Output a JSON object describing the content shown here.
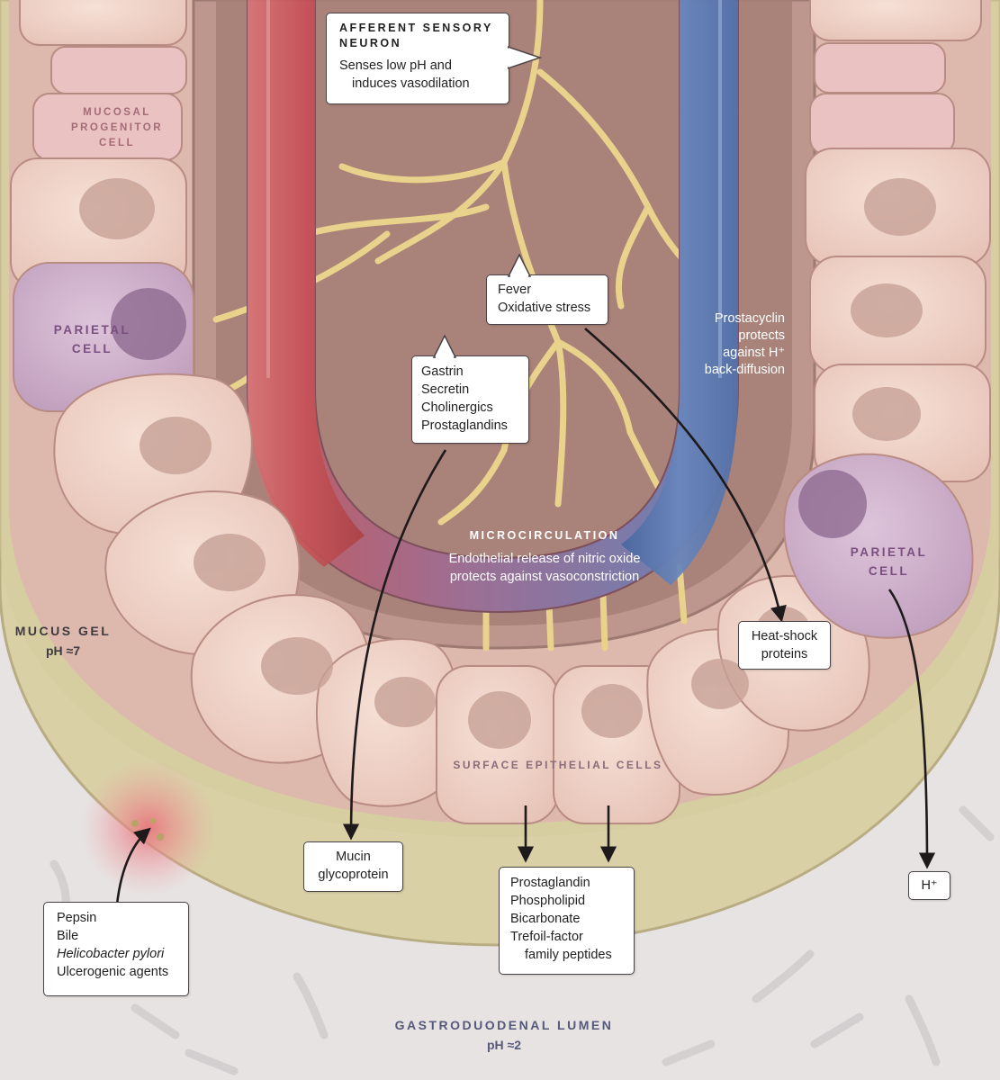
{
  "afferent_neuron": {
    "title": [
      "AFFERENT SENSORY",
      "NEURON"
    ],
    "body": [
      "Senses low pH and",
      "induces vasodilation"
    ]
  },
  "fever_box": [
    "Fever",
    "Oxidative stress"
  ],
  "gastrin_box": [
    "Gastrin",
    "Secretin",
    "Cholinergics",
    "Prostaglandins"
  ],
  "prostacyclin": [
    "Prostacyclin",
    "protects",
    "against H⁺",
    "back-diffusion"
  ],
  "microcirculation": {
    "title": "MICROCIRCULATION",
    "body": [
      "Endothelial release of nitric oxide",
      "protects against vasoconstriction"
    ]
  },
  "mucosal_progenitor": [
    "MUCOSAL",
    "PROGENITOR",
    "CELL"
  ],
  "parietal_left": [
    "PARIETAL",
    "CELL"
  ],
  "parietal_right": [
    "PARIETAL",
    "CELL"
  ],
  "mucus_gel": {
    "title": "MUCUS GEL",
    "ph": "pH ≈7"
  },
  "heat_shock": [
    "Heat-shock",
    "proteins"
  ],
  "surface_epithelial": "SURFACE EPITHELIAL CELLS",
  "mucin_box": [
    "Mucin",
    "glycoprotein"
  ],
  "prostaglandin_box": [
    "Prostaglandin",
    "Phospholipid",
    "Bicarbonate",
    "Trefoil-factor",
    "family peptides"
  ],
  "h_plus": "H⁺",
  "pepsin_box": [
    "Pepsin",
    "Bile",
    "Helicobacter pylori",
    "Ulcerogenic agents"
  ],
  "lumen": {
    "title": "GASTRODUODENAL LUMEN",
    "ph": "pH ≈2"
  },
  "colors": {
    "artery": "#c7585c",
    "vein": "#5a75a8",
    "nerve": "#ecd690",
    "mucus": "#d8cfa4",
    "epithelium": "#efd1c6",
    "parietal": "#c8a8c4",
    "lumen": "#e7e3e2",
    "lamina": "#b09188"
  }
}
